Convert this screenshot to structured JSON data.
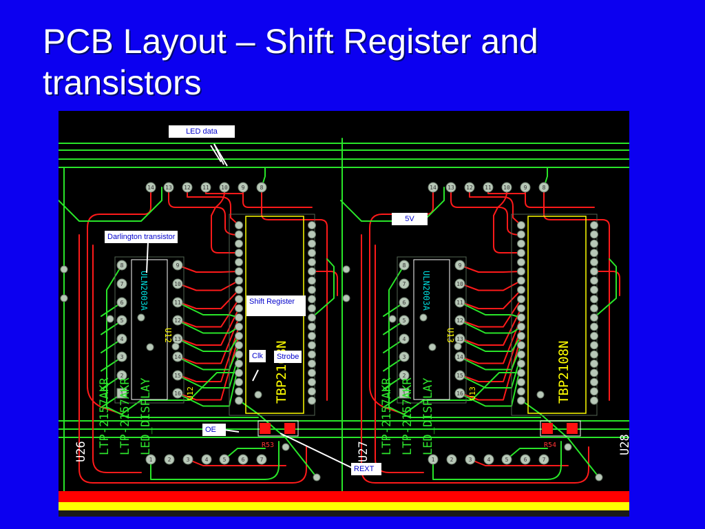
{
  "slide": {
    "title": "PCB Layout – Shift Register and transistors"
  },
  "callouts": {
    "led_data": "LED data",
    "darlington": "Darlington transistor",
    "shift_register": "Shift Register",
    "clk": "Clk",
    "strobe": "Strobe",
    "oe": "OE",
    "rext": "REXT",
    "five_v": "5V"
  },
  "board": {
    "left_cell": {
      "designator": "U26",
      "display_part_1": "LTP-2157AKR",
      "display_part_2": "LTP-2157AKR",
      "display_type": "LED_DISPLAY",
      "darlington_part": "ULN2003A",
      "darlington_ref": "U12",
      "shift_register_part": "TBP2108N",
      "resistor_ref": "R53",
      "bottom_pin_numbers": [
        "1",
        "2",
        "3",
        "4",
        "5",
        "6",
        "7"
      ],
      "top_pin_numbers": [
        "14",
        "13",
        "12",
        "11",
        "10",
        "9",
        "8"
      ],
      "darlington_left_pins": [
        "8",
        "7",
        "6",
        "5",
        "4",
        "3",
        "2",
        "1"
      ],
      "darlington_right_pins": [
        "9",
        "10",
        "11",
        "12",
        "13",
        "14",
        "15",
        "16"
      ]
    },
    "right_cell": {
      "designator": "U27",
      "display_part_1": "LTP-2157AKR",
      "display_part_2": "LTP-2157AKR",
      "display_type": "LED_DISPLAY",
      "darlington_part": "ULN2003A",
      "darlington_ref": "U13",
      "shift_register_part": "TBP2108N",
      "resistor_ref": "R54",
      "bottom_pin_numbers": [
        "1",
        "2",
        "3",
        "4",
        "5",
        "6",
        "7"
      ],
      "top_pin_numbers": [
        "14",
        "13",
        "12",
        "11",
        "10",
        "9",
        "8"
      ],
      "darlington_left_pins": [
        "8",
        "7",
        "6",
        "5",
        "4",
        "3",
        "2",
        "1"
      ],
      "darlington_right_pins": [
        "9",
        "10",
        "11",
        "12",
        "13",
        "14",
        "15",
        "16"
      ]
    },
    "next_designator": "U28",
    "colors": {
      "top_trace": "#ff1a1a",
      "bottom_trace": "#29e629",
      "silkscreen": "#ffff00",
      "board_bg": "#000000",
      "pad": "#b8c8b8"
    }
  }
}
